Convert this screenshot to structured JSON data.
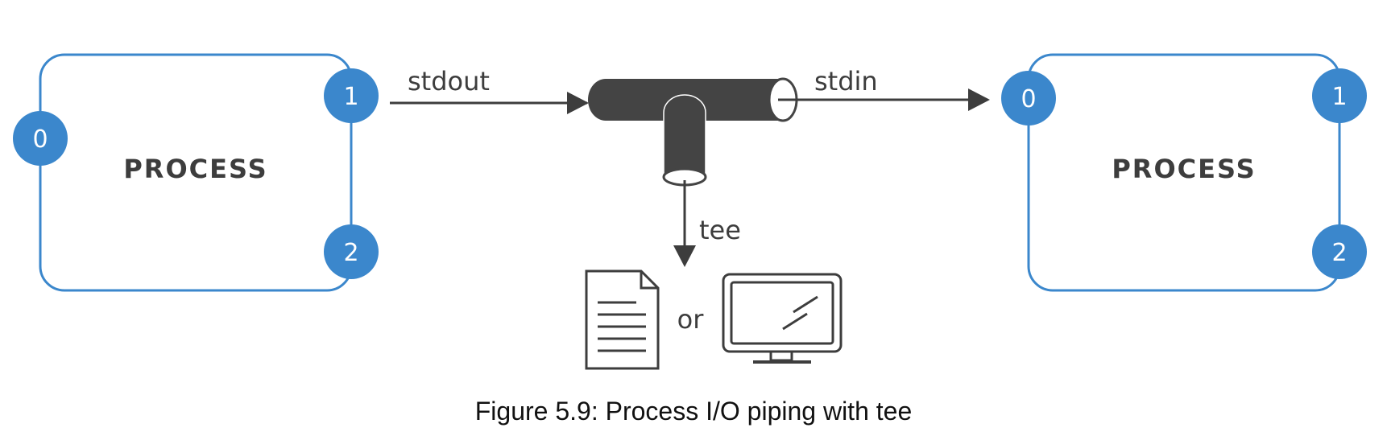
{
  "process_left": {
    "label": "PROCESS",
    "fd_in": "0",
    "fd_out": "1",
    "fd_err": "2"
  },
  "process_right": {
    "label": "PROCESS",
    "fd_in": "0",
    "fd_out": "1",
    "fd_err": "2"
  },
  "arrows": {
    "stdout_label": "stdout",
    "stdin_label": "stdin",
    "tee_label": "tee"
  },
  "outputs": {
    "or_label": "or",
    "file_icon": "document-icon",
    "monitor_icon": "monitor-icon"
  },
  "caption": "Figure 5.9: Process I/O piping with tee",
  "colors": {
    "accent_blue": "#3b87cc",
    "dark_gray": "#3d3d3d",
    "pipe_gray": "#444444"
  }
}
